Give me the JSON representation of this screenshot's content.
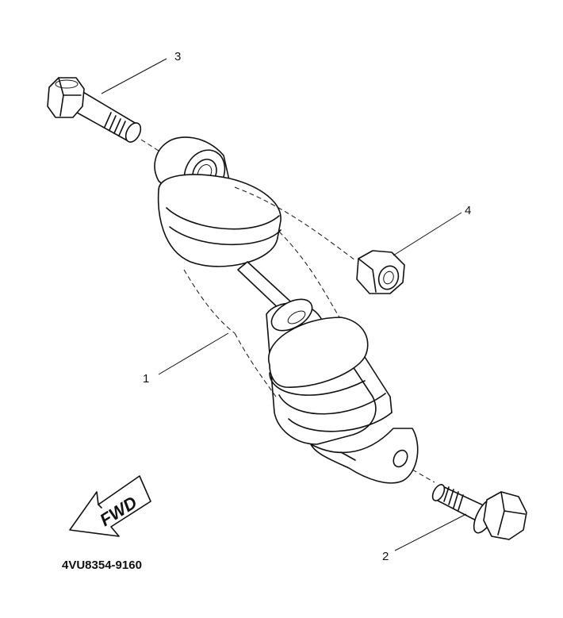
{
  "diagram": {
    "part_code": "4VU8354-9160",
    "fwd_label": "FWD",
    "callouts": [
      {
        "id": "1",
        "label": "1"
      },
      {
        "id": "2",
        "label": "2"
      },
      {
        "id": "3",
        "label": "3"
      },
      {
        "id": "4",
        "label": "4"
      }
    ]
  }
}
